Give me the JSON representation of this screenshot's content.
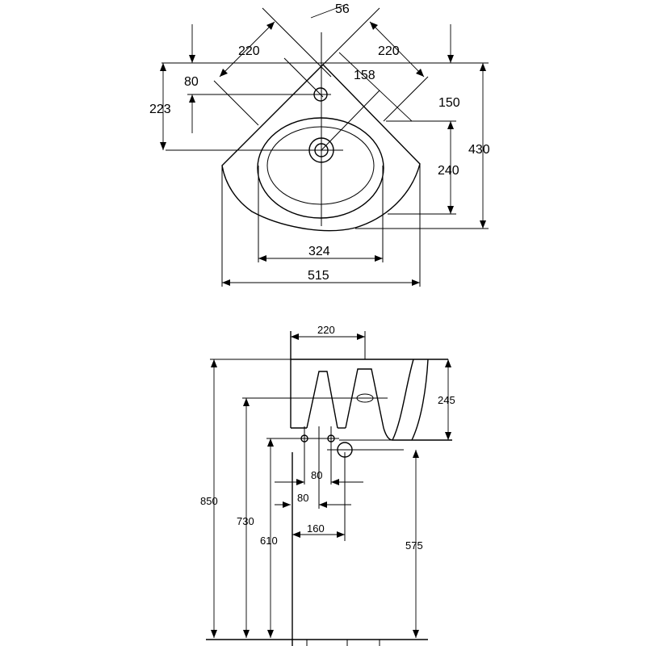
{
  "top_view": {
    "dims": {
      "d56": "56",
      "d220_left": "220",
      "d220_right": "220",
      "d80": "80",
      "d158": "158",
      "d223": "223",
      "d150": "150",
      "d430": "430",
      "d240": "240",
      "d324": "324",
      "d515": "515"
    }
  },
  "side_view": {
    "dims": {
      "d220": "220",
      "d245": "245",
      "d850": "850",
      "d730": "730",
      "d610": "610",
      "d80_a": "80",
      "d80_b": "80",
      "d160": "160",
      "d575": "575"
    }
  }
}
